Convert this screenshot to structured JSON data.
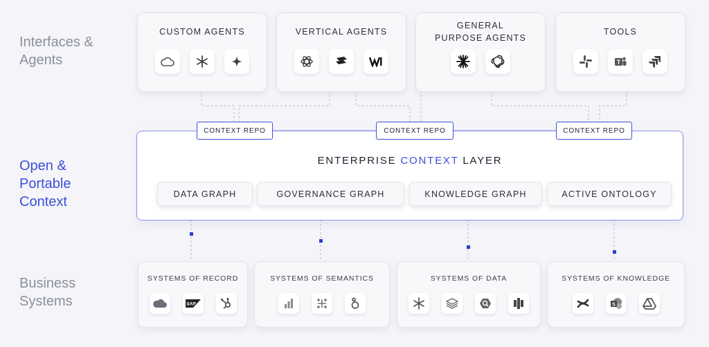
{
  "rows": {
    "interfaces": "Interfaces &\nAgents",
    "context": "Open &\nPortable\nContext",
    "business": "Business\nSystems"
  },
  "top_cards": [
    {
      "title": "CUSTOM AGENTS",
      "icons": [
        "cloud-icon",
        "snowflake-icon",
        "sparkle-icon"
      ]
    },
    {
      "title": "VERTICAL AGENTS",
      "icons": [
        "atom-icon",
        "stack-logo-icon",
        "w-logo-icon"
      ]
    },
    {
      "title": "GENERAL\nPURPOSE AGENTS",
      "icons": [
        "starburst-icon",
        "openai-icon"
      ]
    },
    {
      "title": "TOOLS",
      "icons": [
        "slack-icon",
        "teams-icon",
        "jira-icon"
      ]
    }
  ],
  "context_repos": [
    "CONTEXT REPO",
    "CONTEXT REPO",
    "CONTEXT REPO"
  ],
  "ecl": {
    "title_a": "ENTERPRISE",
    "title_b": "CONTEXT",
    "title_c": "LAYER",
    "graphs": [
      "DATA GRAPH",
      "GOVERNANCE GRAPH",
      "KNOWLEDGE GRAPH",
      "ACTIVE ONTOLOGY"
    ]
  },
  "bottom_cards": [
    {
      "title": "SYSTEMS OF RECORD",
      "icons": [
        "salesforce-icon",
        "sap-icon",
        "hubspot-icon"
      ]
    },
    {
      "title": "SYSTEMS OF SEMANTICS",
      "icons": [
        "bar-chart-icon",
        "tableau-icon",
        "looker-icon"
      ]
    },
    {
      "title": "SYSTEMS OF DATA",
      "icons": [
        "snowflake-icon",
        "layers-icon",
        "bigquery-icon",
        "redshift-icon"
      ]
    },
    {
      "title": "SYSTEMS OF KNOWLEDGE",
      "icons": [
        "confluence-icon",
        "sharepoint-icon",
        "drive-icon"
      ]
    }
  ],
  "colors": {
    "accent": "#3b4fd6",
    "muted": "#8a8f9a",
    "background": "#f5f5f9"
  }
}
